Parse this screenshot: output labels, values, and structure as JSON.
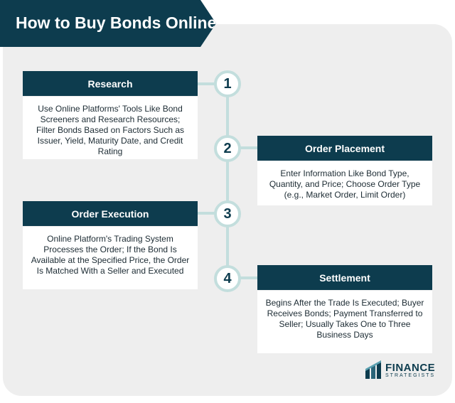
{
  "title": "How to Buy Bonds Online",
  "steps": [
    {
      "number": "1",
      "heading": "Research",
      "description": "Use Online Platforms' Tools Like Bond Screeners and Research Resources; Filter Bonds Based on Factors Such as Issuer, Yield, Maturity Date, and Credit Rating"
    },
    {
      "number": "2",
      "heading": "Order Placement",
      "description": "Enter Information Like Bond Type, Quantity, and Price; Choose Order Type (e.g., Market Order, Limit Order)"
    },
    {
      "number": "3",
      "heading": "Order Execution",
      "description": "Online Platform's Trading System Processes the Order; If the Bond Is Available at the Specified Price, the Order Is Matched With a Seller and Executed"
    },
    {
      "number": "4",
      "heading": "Settlement",
      "description": "Begins After the Trade Is Executed; Buyer Receives Bonds; Payment Transferred to Seller; Usually Takes One to Three Business Days"
    }
  ],
  "logo": {
    "word": "FINANCE",
    "sub": "STRATEGISTS"
  },
  "colors": {
    "primary": "#0d3c4e",
    "line": "#c3dedd",
    "card": "#eeeeee"
  }
}
